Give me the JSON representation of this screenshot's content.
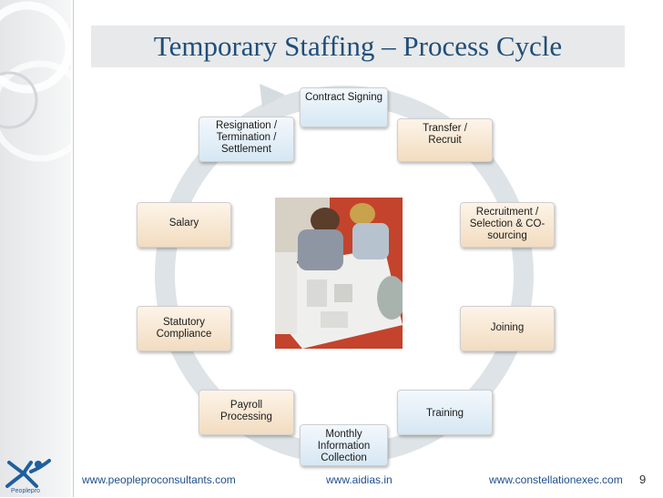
{
  "title": "Temporary Staffing – Process Cycle",
  "cycle_steps": [
    "Contract Signing",
    "Transfer /\nRecruit",
    "Recruitment /\nSelection & CO-\nsourcing",
    "Joining",
    "Training",
    "Monthly\nInformation\nCollection",
    "Payroll\nProcessing",
    "Statutory\nCompliance",
    "Salary",
    "Resignation /\nTermination /\nSettlement"
  ],
  "footer": {
    "left": "www.peopleproconsultants.com",
    "center": "www.aidias.in",
    "right": "www.constellationexec.com",
    "page_number": "9"
  },
  "logo_text": "Peoplepro",
  "colors": {
    "title": "#1f4e79",
    "footer_link": "#1f4e8c",
    "ring": "#dde3e6",
    "warm_box": "#f2dcc0",
    "cool_box": "#d6e7f3"
  }
}
